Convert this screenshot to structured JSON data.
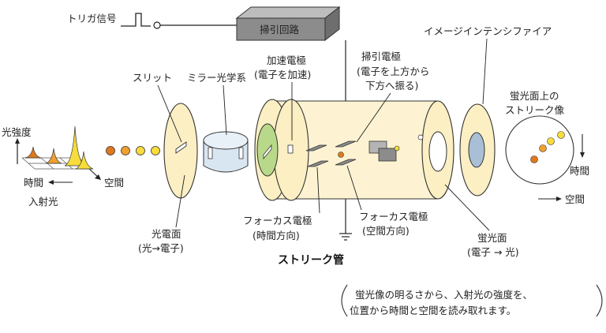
{
  "labels": {
    "trigger": "トリガ信号",
    "sweep_circuit": "掃引回路",
    "image_intensifier": "イメージインテンシファイア",
    "slit": "スリット",
    "mirror_optics": "ミラー光学系",
    "accel_line1": "加速電極",
    "accel_line2": "(電子を加速)",
    "sweep_elec_line1": "掃引電極",
    "sweep_elec_line2": "(電子を上方から",
    "sweep_elec_line3": "下方へ振る)",
    "phosphor_image_line1": "蛍光面上の",
    "phosphor_image_line2": "ストリーク像",
    "light_intensity": "光強度",
    "time_left": "時間",
    "space_left": "空間",
    "incident_light": "入射光",
    "time_right": "時間",
    "space_right": "空間",
    "photocathode_line1": "光電面",
    "photocathode_line2": "(光→電子)",
    "focus_time_line1": "フォーカス電極",
    "focus_time_line2": "(時間方向)",
    "focus_space_line1": "フォーカス電極",
    "focus_space_line2": "(空間方向)",
    "phosphor_line1": "蛍光面",
    "phosphor_line2": "(電子 → 光)",
    "streak_tube": "ストリーク管",
    "note_line1": "蛍光像の明るさから、入射光の強度を、",
    "note_line2": "位置から時間と空間を読み取れます。"
  },
  "colors": {
    "disk_fill": "#fbefc3",
    "tube_fill": "#fdf3d2",
    "outline": "#333333",
    "sweep_box": "#8c8c8c",
    "photon_red": "#e0791c",
    "photon_orange": "#f0a030",
    "photon_yellow": "#f7dc3c",
    "green_window": "#b9d98a",
    "blue_window": "#a9bfd6",
    "mirror_blue": "#d8e6f2"
  }
}
